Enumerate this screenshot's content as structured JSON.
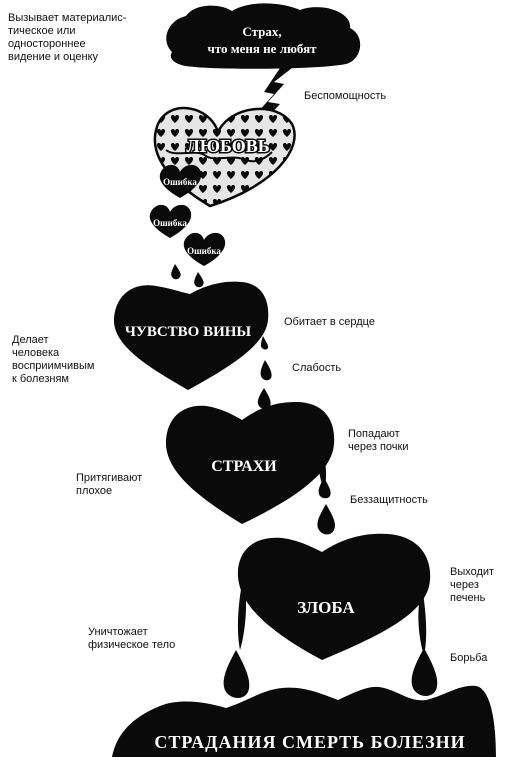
{
  "cloud_label": "Страх,\nчто меня не любят",
  "love_label": "ЛЮБОВЬ",
  "mistake_label": "Ошибка",
  "heart_labels": {
    "guilt": "ЧУВСТВО ВИНЫ",
    "fears": "СТРАХИ",
    "anger": "ЗЛОБА"
  },
  "bottom_label": "СТРАДАНИЯ  СМЕРТЬ  БОЛЕЗНИ",
  "notes": {
    "materialistic": "Вызывает материалис-\nтическое или\nодностороннее\nвидение и оценку",
    "helplessness": "Беспомощность",
    "lives_in_heart": "Обитает в сердце",
    "makes_vulnerable": "Делает\nчеловека\nвосприимчивым\nк болезням",
    "weakness": "Слабость",
    "through_kidneys": "Попадают\nчерез почки",
    "attract_bad": "Притягивают\nплохое",
    "defenselessness": "Беззащитность",
    "through_liver": "Выходит\nчерез\nпечень",
    "destroys_body": "Уничтожает\nфизическое тело",
    "struggle": "Борьба"
  },
  "colors": {
    "ink": "#0a0a0a",
    "paper": "#ffffff",
    "love_fill": "#e6e6e6"
  }
}
